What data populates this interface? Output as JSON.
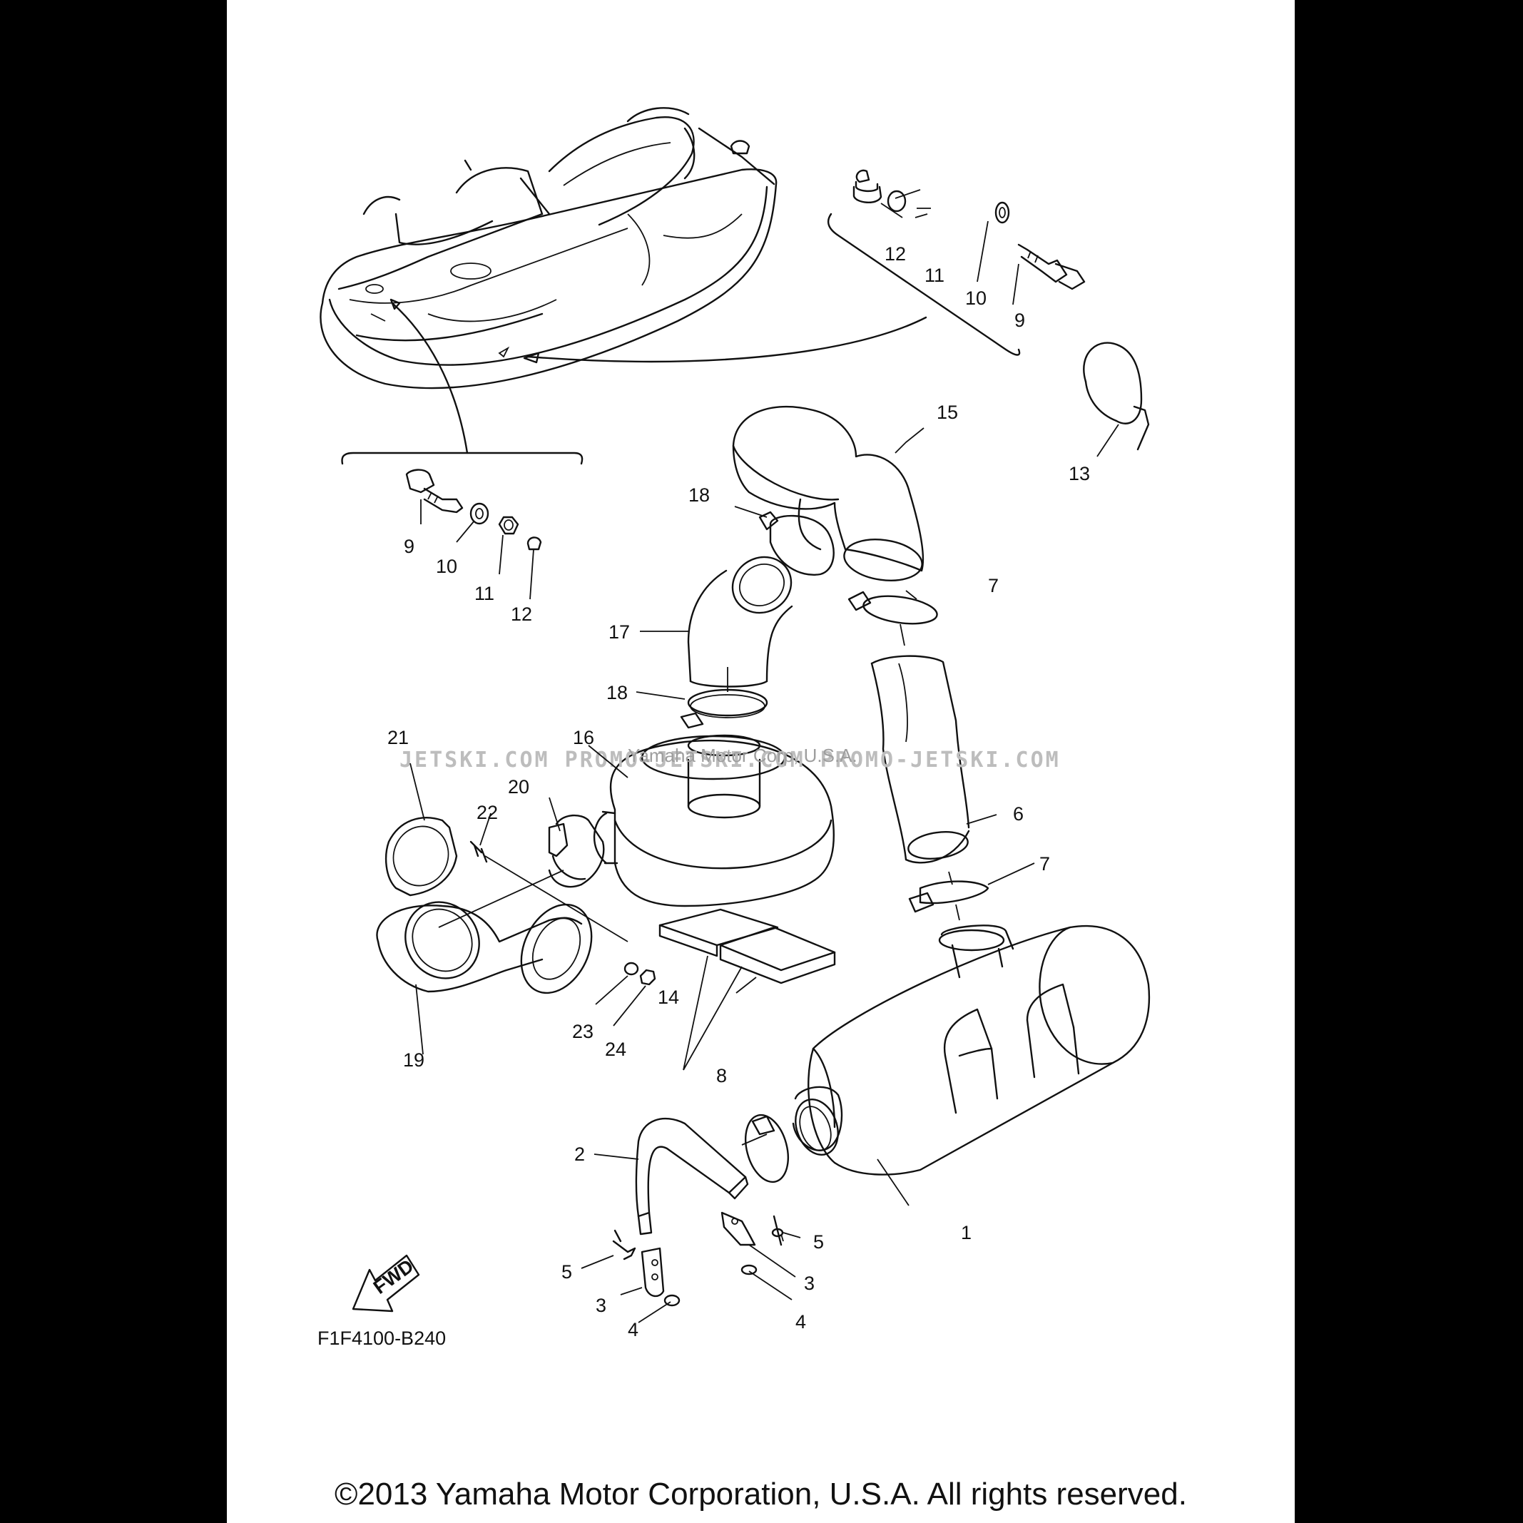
{
  "diagram": {
    "drawing_code": "F1F4100-B240",
    "fwd_label": "FWD",
    "watermark": "JETSKI.COM   PROMO-JETSKI.COM   PROMO-JETSKI.COM",
    "watermark_overlay": "Yamaha Motor Corp, U.S.A.",
    "copyright": "©2013 Yamaha Motor Corporation, U.S.A. All rights reserved.",
    "callouts": {
      "c1": "1",
      "c2": "2",
      "c3a": "3",
      "c3b": "3",
      "c4a": "4",
      "c4b": "4",
      "c5a": "5",
      "c5b": "5",
      "c6": "6",
      "c7a": "7",
      "c7b": "7",
      "c8": "8",
      "c9a": "9",
      "c9b": "9",
      "c10a": "10",
      "c10b": "10",
      "c11a": "11",
      "c11b": "11",
      "c12a": "12",
      "c12b": "12",
      "c13": "13",
      "c14": "14",
      "c15": "15",
      "c16": "16",
      "c17": "17",
      "c18a": "18",
      "c18b": "18",
      "c19": "19",
      "c20": "20",
      "c21": "21",
      "c22": "22",
      "c23": "23",
      "c24": "24"
    }
  }
}
